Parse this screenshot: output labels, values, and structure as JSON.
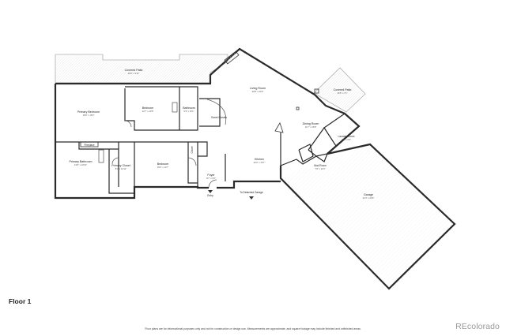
{
  "floor_label": "Floor 1",
  "disclaimer": "Floor plans are for informational purposes only and not for construction or design use. Measurements are approximate, and square footage may include finished and unfinished areas.",
  "brand": "REcolorado",
  "rooms": {
    "covered_patio_top": {
      "name": "Covered Patio",
      "dim": "46'6\" x 9'11\""
    },
    "covered_patio_right": {
      "name": "Covered Patio",
      "dim": "16'5\" x 7'1\""
    },
    "primary_bedroom": {
      "name": "Primary Bedroom",
      "dim": "18'0\" x 15'3\""
    },
    "bedroom_1": {
      "name": "Bedroom",
      "dim": "12'7\" x 10'5\""
    },
    "bathroom": {
      "name": "Bathroom",
      "dim": "9'3\" x 10'1\""
    },
    "guest_closets": {
      "name": "Guest Closets"
    },
    "living_room": {
      "name": "Living Room",
      "dim": "30'8\" x 23'0\""
    },
    "dining_room": {
      "name": "Dining Room",
      "dim": "11'7\" x 16'8\""
    },
    "laundry_room": {
      "name": "Laundry Room",
      "dim": "7'6\" x 6'5\""
    },
    "primary_bathroom": {
      "name": "Primary Bathroom",
      "dim": "13'6\" x 10'10\""
    },
    "primary_closet": {
      "name": "Primary Closet",
      "dim": "8'1\" x 10'11\""
    },
    "bedroom_2": {
      "name": "Bedroom",
      "dim": "16'0\" x 13'7\""
    },
    "foyer": {
      "name": "Foyer",
      "dim": "8'7\" x 6'6\""
    },
    "kitchen": {
      "name": "Kitchen",
      "dim": "22'2\" x 15'7\""
    },
    "mud_room": {
      "name": "Mud Room",
      "dim": "7'6\" x 11'6\""
    },
    "garage": {
      "name": "Garage",
      "dim": "41'3\" x 23'6\""
    }
  },
  "small_labels": {
    "fireplace": "Fireplace",
    "closet": "Closet",
    "entry": "Entry",
    "to_garage": "To Detached Garage"
  }
}
